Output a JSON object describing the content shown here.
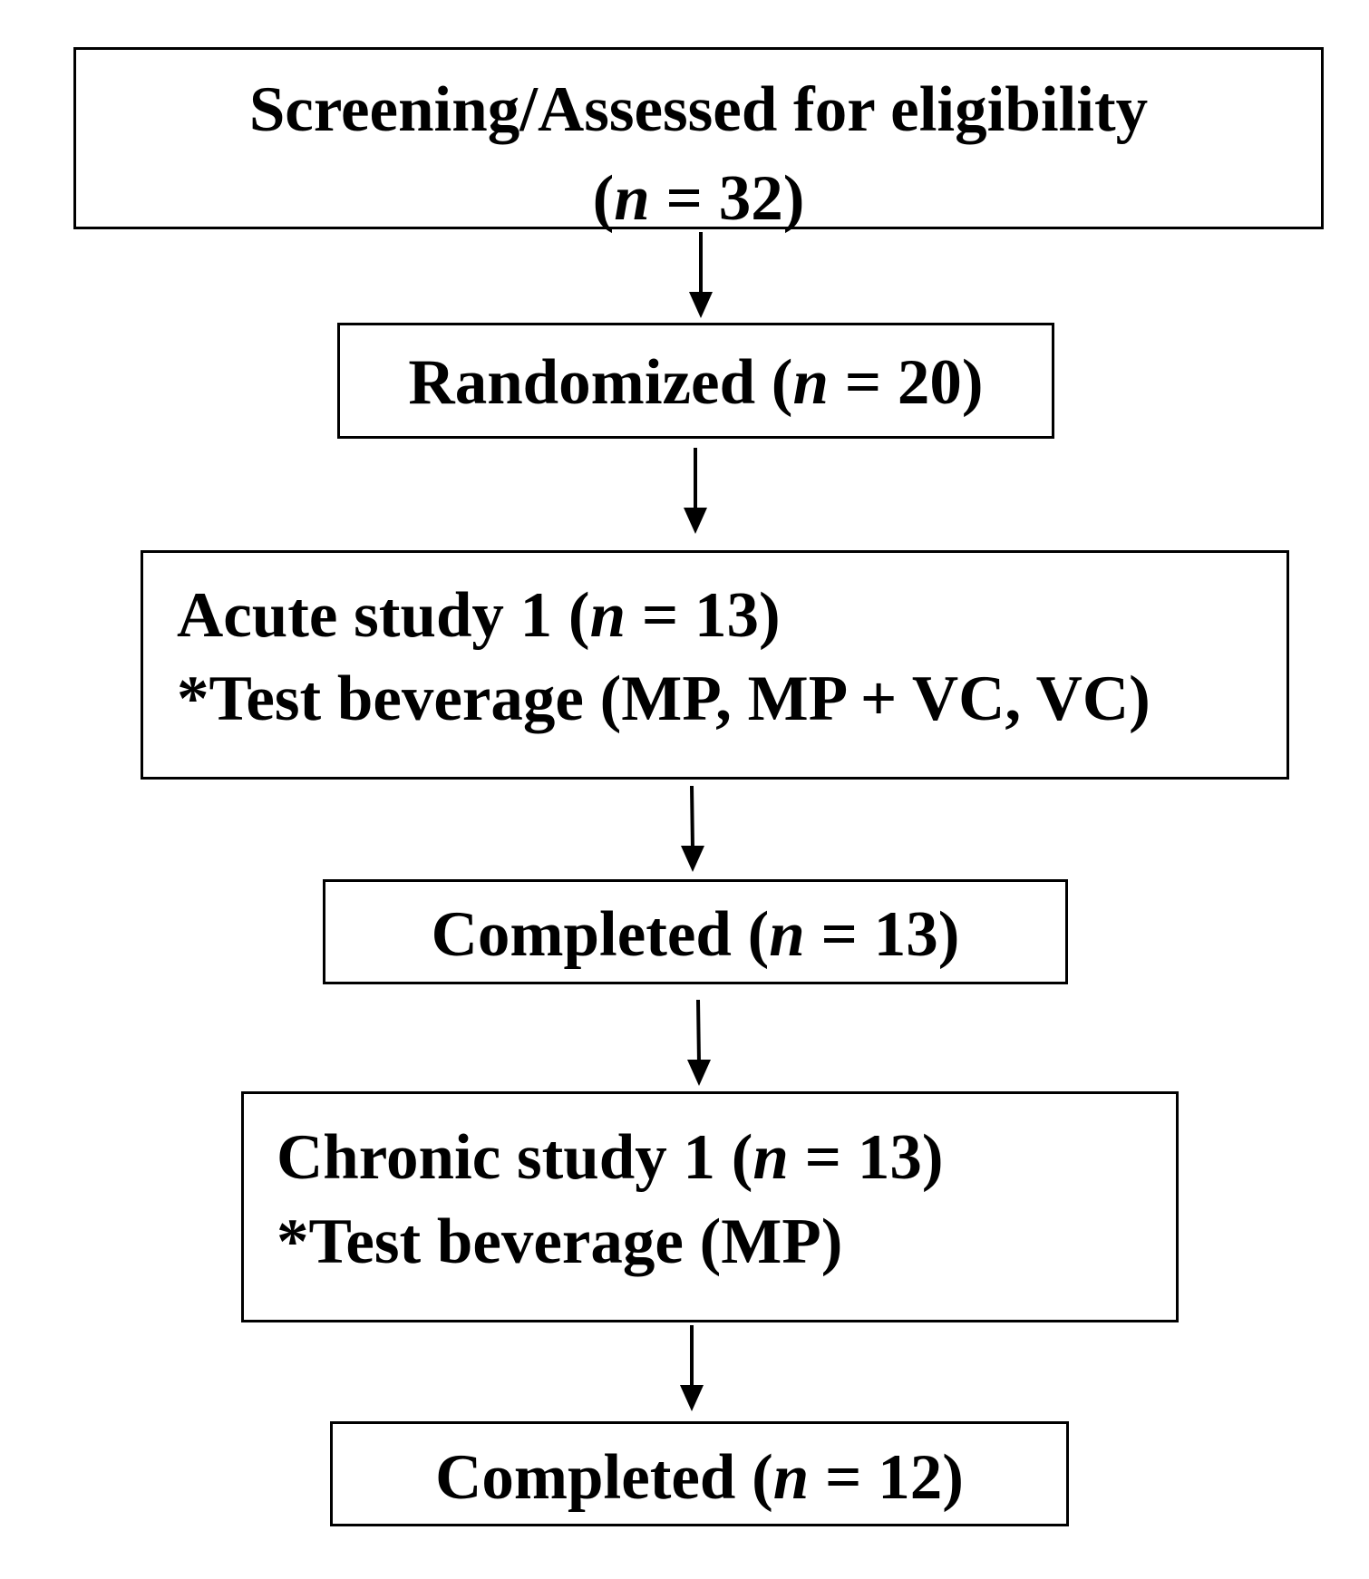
{
  "flowchart": {
    "screening": {
      "label": "Screening/Assessed for eligibility",
      "n_prefix": "(",
      "n_symbol": "n",
      "n_suffix": " = 32)"
    },
    "randomized": {
      "label": "Randomized (",
      "n_symbol": "n",
      "n_suffix": " = 20)"
    },
    "acute": {
      "label": "Acute study 1 (",
      "n_symbol": "n",
      "n_suffix": " = 13)",
      "detail": "*Test beverage (MP, MP + VC, VC)"
    },
    "completed_acute": {
      "label": "Completed (",
      "n_symbol": "n",
      "n_suffix": " = 13)"
    },
    "chronic": {
      "label": "Chronic study 1 (",
      "n_symbol": "n",
      "n_suffix": " = 13)",
      "detail": "*Test beverage (MP)"
    },
    "completed_chronic": {
      "label": "Completed (",
      "n_symbol": "n",
      "n_suffix": " = 12)"
    }
  },
  "colors": {
    "stroke": "#000000",
    "background": "#ffffff"
  }
}
